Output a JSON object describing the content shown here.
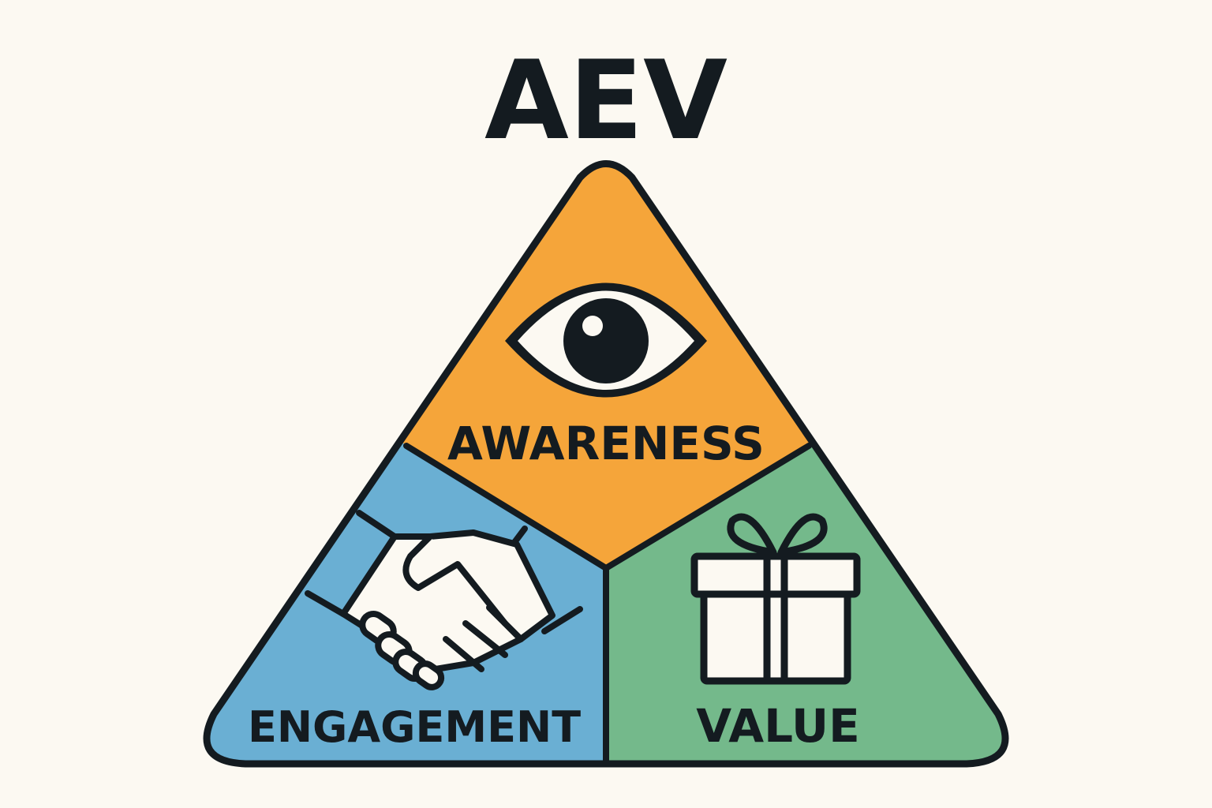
{
  "title": "AEV",
  "segments": [
    {
      "label": "AWARENESS",
      "icon": "eye-icon",
      "color": "#f5a53a"
    },
    {
      "label": "ENGAGEMENT",
      "icon": "handshake-icon",
      "color": "#6aafd3"
    },
    {
      "label": "VALUE",
      "icon": "gift-icon",
      "color": "#74b98b"
    }
  ],
  "colors": {
    "background": "#fcf9f2",
    "outline": "#141b20"
  }
}
